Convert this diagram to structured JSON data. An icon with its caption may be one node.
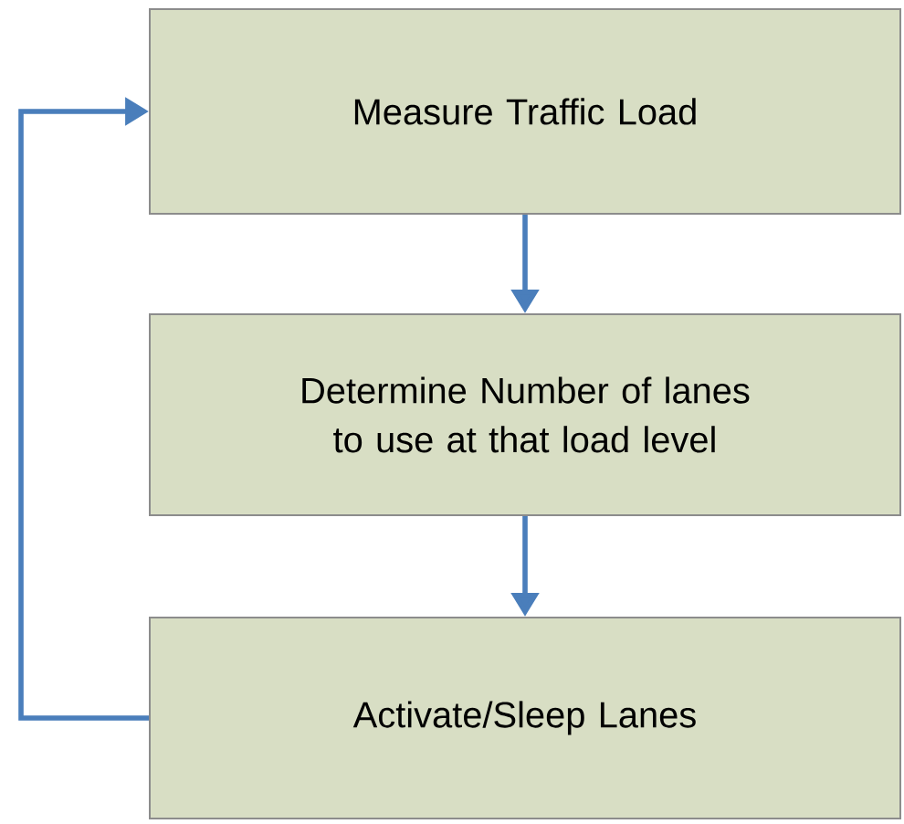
{
  "diagram": {
    "nodes": [
      {
        "text": [
          "Measure Traffic Load"
        ]
      },
      {
        "text": [
          "Determine Number of lanes to use at that load level"
        ]
      },
      {
        "text": [
          "Activate/Sleep Lanes"
        ]
      }
    ],
    "edges": [
      {
        "from": 0,
        "to": 1,
        "arrow": "to"
      },
      {
        "from": 1,
        "to": 2,
        "arrow": "to"
      },
      {
        "from": 2,
        "to": 0,
        "arrow": "to"
      }
    ]
  }
}
